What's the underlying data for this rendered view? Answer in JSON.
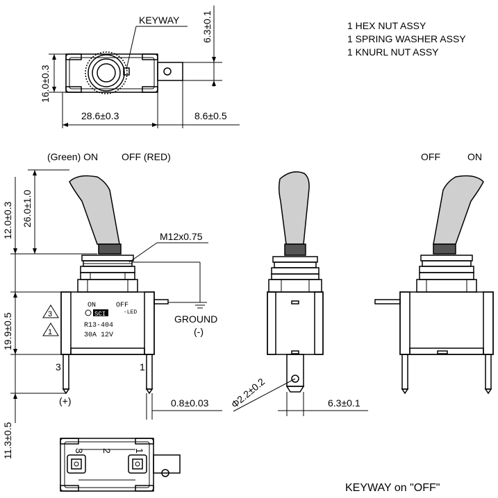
{
  "top_view": {
    "keyway": "KEYWAY",
    "dim_height": "16.0±0.3",
    "dim_width": "28.6±0.3",
    "dim_terminal": "8.6±0.5",
    "dim_tab": "6.3±0.1"
  },
  "accessories": [
    "1 HEX NUT ASSY",
    "1 SPRING WASHER ASSY",
    "1 KNURL NUT ASSY"
  ],
  "front_view": {
    "on_label": "(Green) ON",
    "off_label": "OFF (RED)",
    "dim_lever_total": "26.0±1.0",
    "dim_lever_upper": "12.0±0.3",
    "dim_body": "19.9±0.5",
    "dim_pins": "11.3±0.5",
    "dim_pin_width": "0.8±0.03",
    "thread": "M12x0.75",
    "ground": "GROUND",
    "ground_sign": "(-)",
    "pin3": "3",
    "pin1": "1",
    "plus": "(+)",
    "body_on": "ON",
    "body_off": "OFF",
    "body_led": "-LED",
    "body_brand": "SCI",
    "body_model": "R13-404",
    "body_rating": "30A  12V",
    "warn3": "3",
    "warn1": "1"
  },
  "side_view": {
    "dim_hole": "Φ2.2±0.2",
    "dim_tab": "6.3±0.1"
  },
  "right_view": {
    "off_label": "OFF",
    "on_label": "ON"
  },
  "bottom_view": {
    "pin3": "3",
    "pin2": "2",
    "pin1": "1",
    "keyway_note": "KEYWAY on \"OFF\""
  }
}
